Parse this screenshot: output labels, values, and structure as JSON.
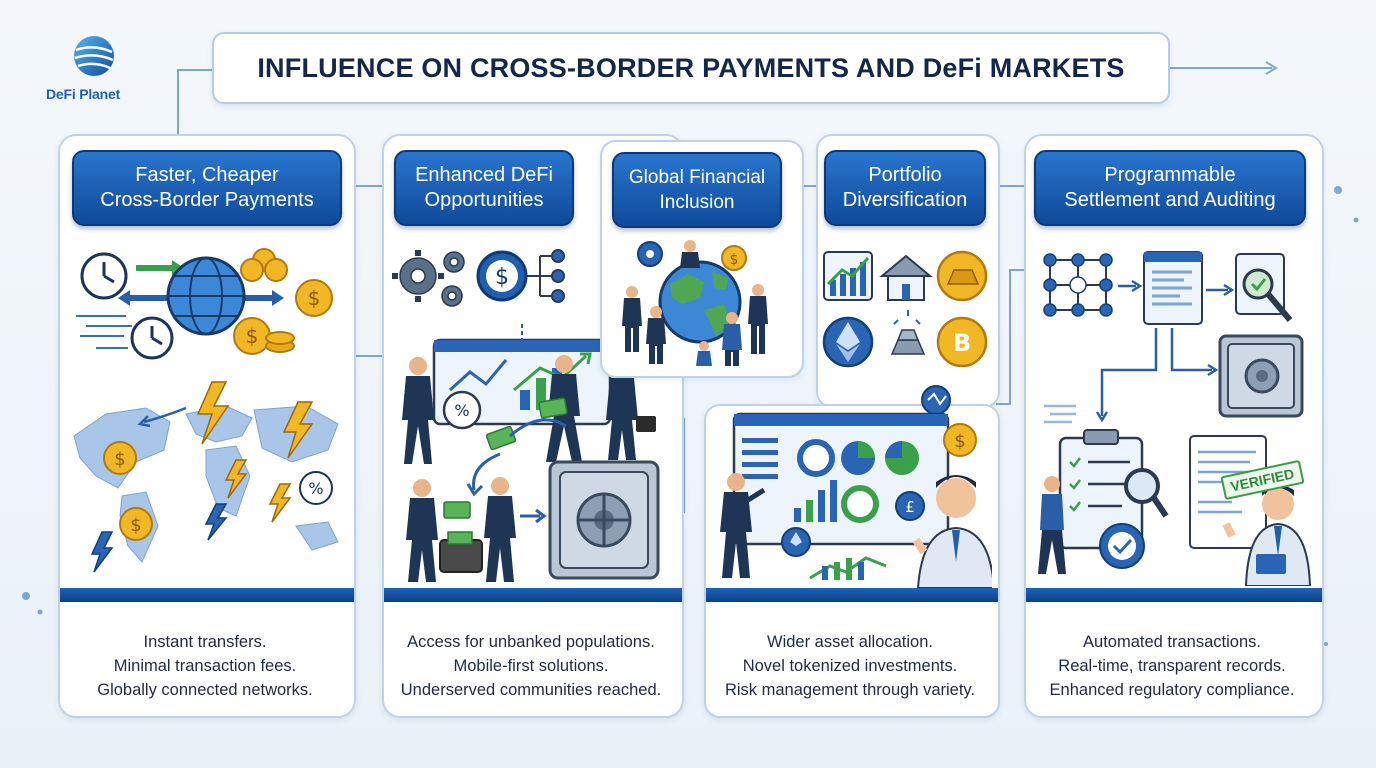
{
  "logo": {
    "text": "DeFi Planet"
  },
  "title": "INFLUENCE ON CROSS-BORDER PAYMENTS AND DeFi MARKETS",
  "panels": [
    {
      "heading": [
        "Faster, Cheaper",
        "Cross-Border Payments"
      ],
      "caption": [
        "Instant transfers.",
        "Minimal transaction fees.",
        "Globally connected networks."
      ]
    },
    {
      "heading": [
        "Enhanced DeFi",
        "Opportunities"
      ],
      "caption": [
        "Access for unbanked populations.",
        "Mobile-first solutions.",
        "Underserved communities reached."
      ]
    },
    {
      "heading": [
        "Global Financial",
        "Inclusion"
      ],
      "caption": []
    },
    {
      "heading": [
        "Portfolio",
        "Diversification"
      ],
      "caption": [
        "Wider asset allocation.",
        "Novel tokenized investments.",
        "Risk management through variety."
      ]
    },
    {
      "heading": [
        "Programmable",
        "Settlement and Auditing"
      ],
      "caption": [
        "Automated transactions.",
        "Real-time, transparent records.",
        "Enhanced regulatory compliance."
      ]
    }
  ],
  "badges": {
    "verified": "VERIFIED"
  },
  "icons": [
    "globe-icon",
    "clock-icon",
    "coin-icon",
    "lightning-icon",
    "world-map-icon",
    "gear-icon",
    "dollar-coin-icon",
    "network-icon",
    "dashboard-icon",
    "businessperson-icon",
    "vault-icon",
    "wallet-icon",
    "banknote-icon",
    "percent-icon",
    "earth-icon",
    "people-icon",
    "stock-chart-icon",
    "house-icon",
    "gold-bar-icon",
    "ethereum-icon",
    "bitcoin-icon",
    "pie-chart-icon",
    "network-graph-icon",
    "document-icon",
    "magnifier-icon",
    "safe-icon",
    "clipboard-icon",
    "checkmark-icon"
  ],
  "colors": {
    "primary": "#0f4a9a",
    "accent": "#2a75cf",
    "gold": "#f2b724",
    "green": "#3aa14a",
    "border": "#bed3ea"
  }
}
